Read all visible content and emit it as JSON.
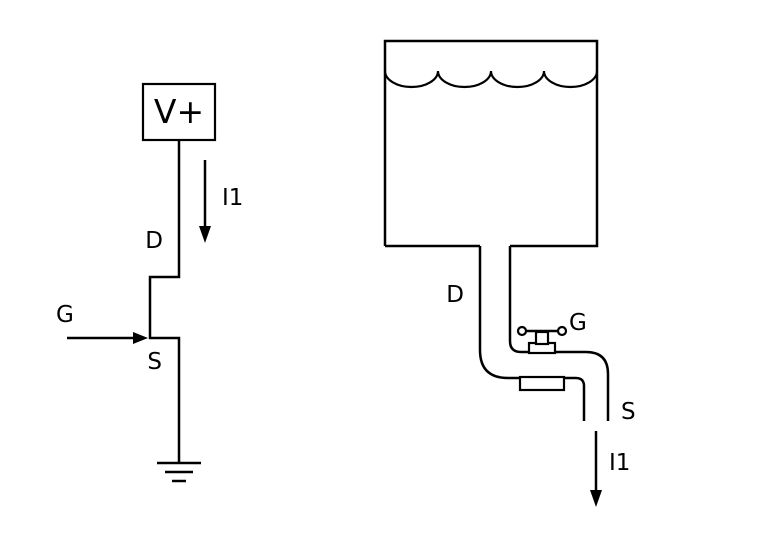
{
  "figure": {
    "background_color": "#ffffff",
    "stroke_color": "#000000",
    "left_circuit": {
      "supply_label": "V+",
      "current_label": "I1",
      "drain_label": "D",
      "gate_label": "G",
      "source_label": "S"
    },
    "right_analogy": {
      "drain_label": "D",
      "gate_label": "G",
      "source_label": "S",
      "current_label": "I1"
    }
  }
}
